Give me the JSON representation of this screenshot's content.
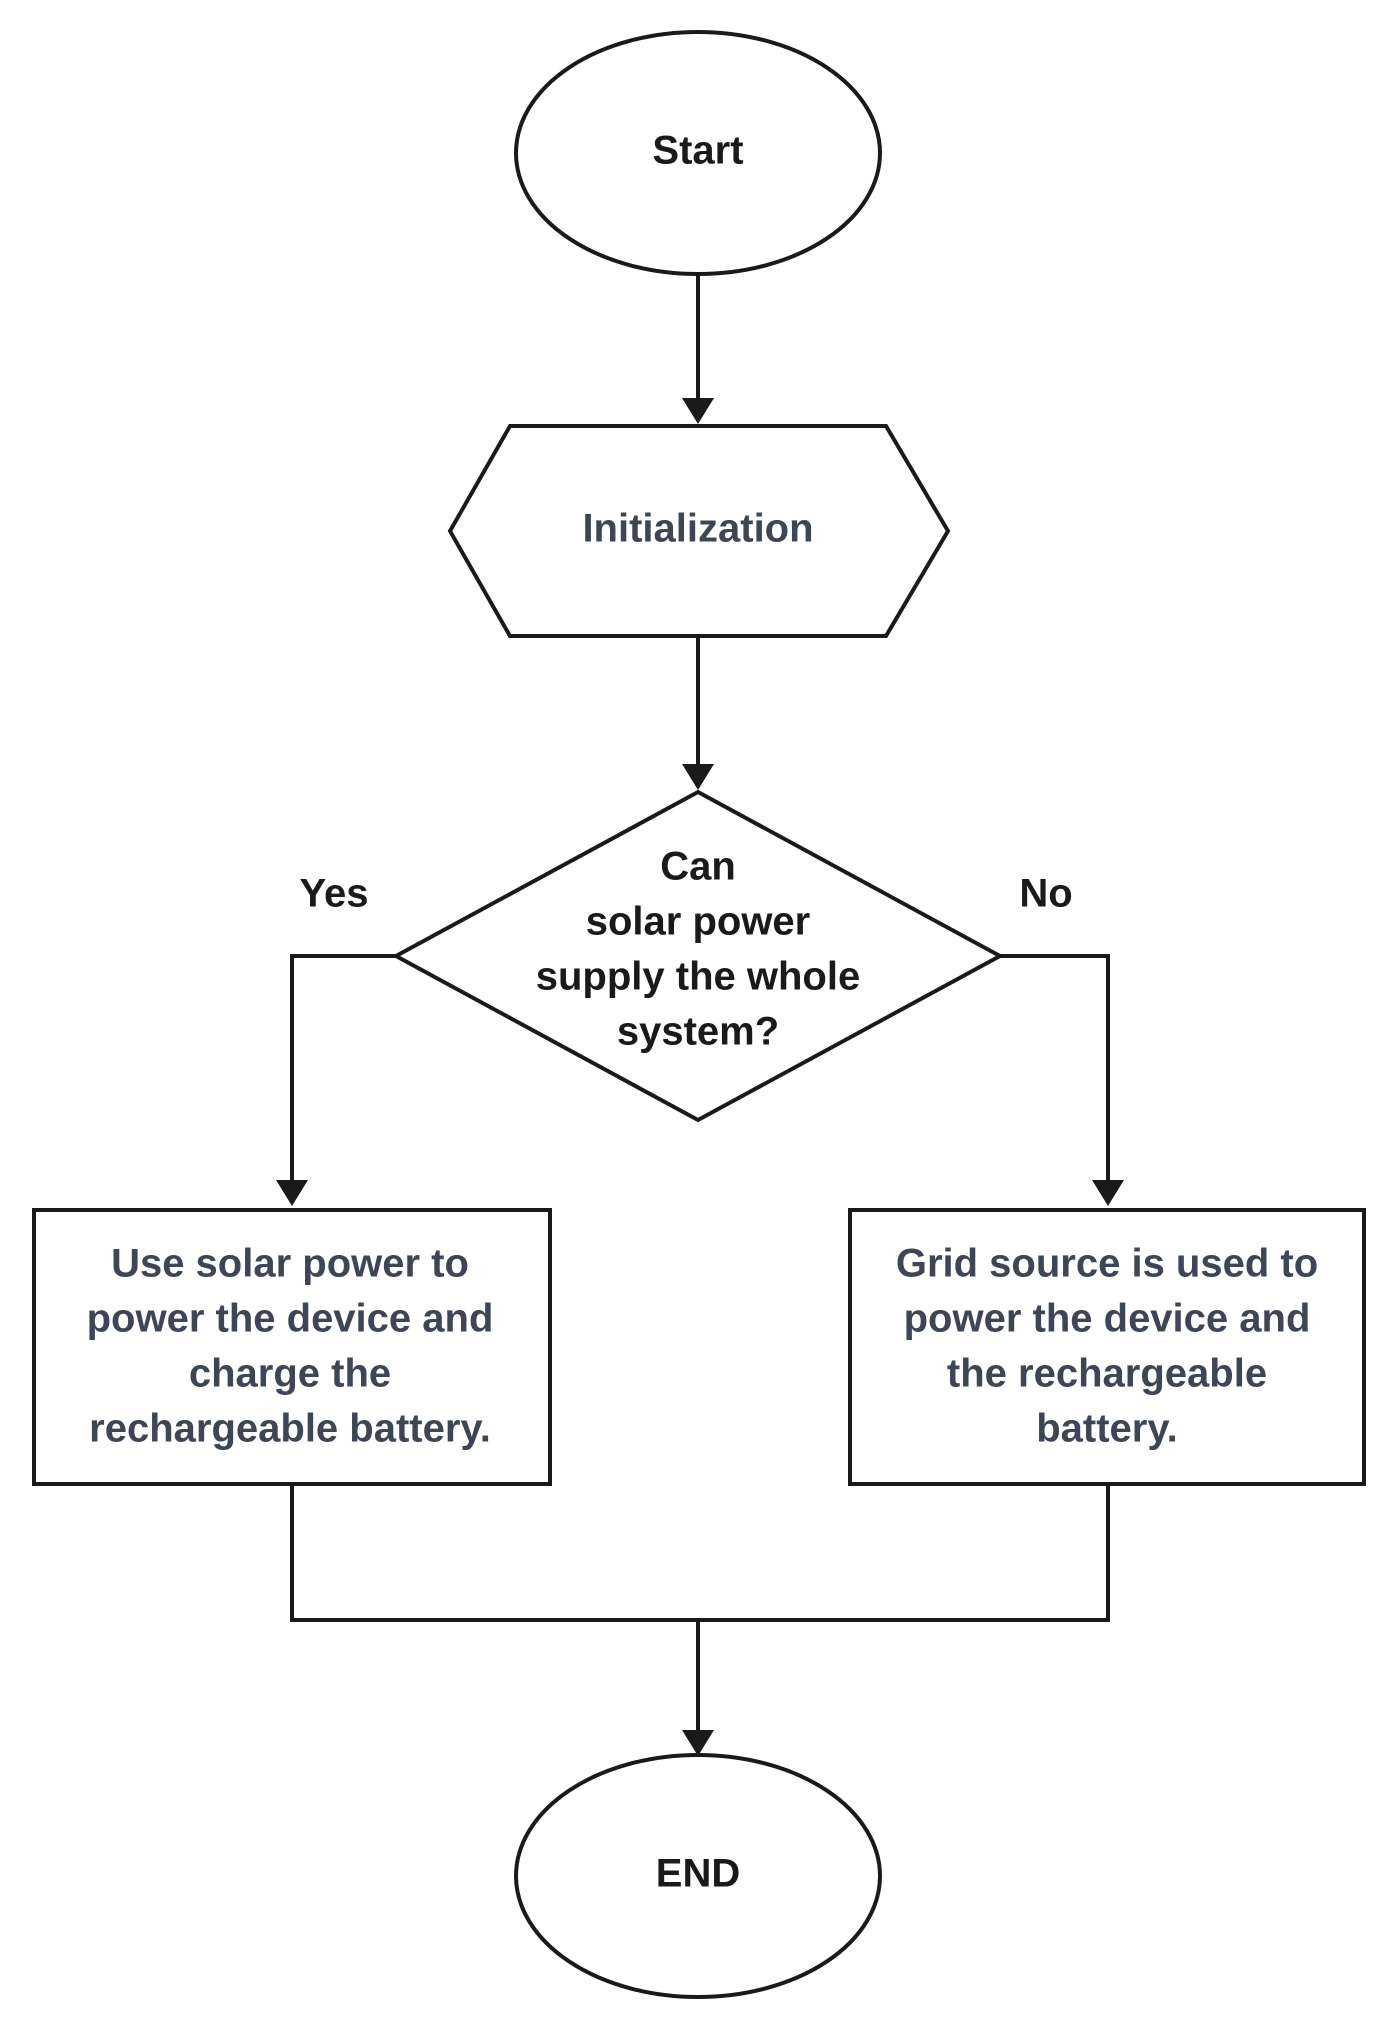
{
  "nodes": {
    "start": {
      "text": "Start"
    },
    "init": {
      "text": "Initialization"
    },
    "decision": {
      "lines": [
        "Can",
        "solar power",
        "supply the whole",
        "system?"
      ]
    },
    "yes_process": {
      "lines": [
        "Use solar power to",
        "power the device and",
        "charge the",
        "rechargeable battery."
      ]
    },
    "no_process": {
      "lines": [
        "Grid source is used to",
        "power the device and",
        "the rechargeable",
        "battery."
      ]
    },
    "end": {
      "text": "END"
    }
  },
  "edges": {
    "yes_label": "Yes",
    "no_label": "No"
  },
  "colors": {
    "stroke": "#1a1a1a",
    "text_dark": "#1a1a1a",
    "text_slate": "#3d4657",
    "background": "#ffffff"
  }
}
